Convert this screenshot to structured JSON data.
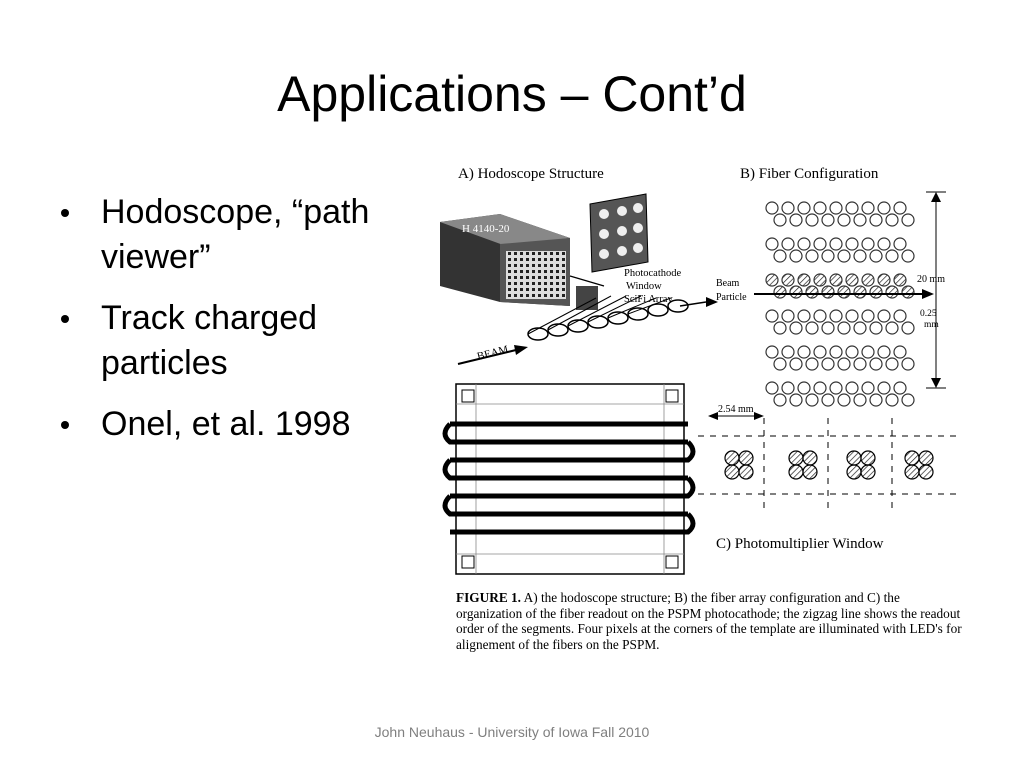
{
  "slide": {
    "title": "Applications – Cont’d",
    "bullets": [
      "Hodoscope, “path viewer”",
      "Track charged particles",
      "Onel, et al. 1998"
    ],
    "footer": "John Neuhaus - University of Iowa Fall 2010"
  },
  "figure": {
    "panel_a_label": "A) Hodoscope Structure",
    "panel_b_label": "B) Fiber Configuration",
    "panel_c_label": "C) Photomultiplier Window",
    "tube_model": "H 4140-20",
    "photocathode_label": "Photocathode",
    "window_label": "Window",
    "scifi_label": "SciFi Array",
    "beam_label": "BEAM",
    "beam_particle_label_1": "Beam",
    "beam_particle_label_2": "Particle",
    "dim_20mm": "20 mm",
    "dim_025_value": "0.25",
    "dim_025_unit": "mm",
    "dim_254mm": "2.54 mm",
    "caption_prefix": "FIGURE 1.",
    "caption_text": " A) the hodoscope structure; B) the fiber array configuration and C) the organization of the fiber readout on the PSPM photocathode; the zigzag line shows the readout order of the segments. Four pixels at the corners of the template are illuminated with LED's for alignement of the fibers on the PSPM."
  }
}
